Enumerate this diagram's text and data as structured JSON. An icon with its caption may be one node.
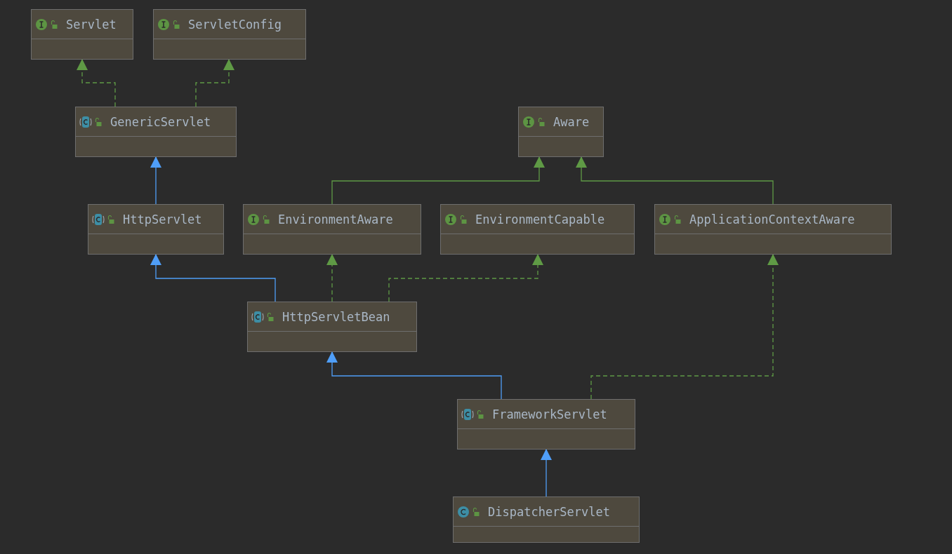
{
  "diagram": {
    "nodes": [
      {
        "text": [
          "Servlet"
        ]
      },
      {
        "text": [
          "ServletConfig"
        ]
      },
      {
        "text": [
          "GenericServlet"
        ]
      },
      {
        "text": [
          "Aware"
        ]
      },
      {
        "text": [
          "HttpServlet"
        ]
      },
      {
        "text": [
          "EnvironmentAware"
        ]
      },
      {
        "text": [
          "EnvironmentCapable"
        ]
      },
      {
        "text": [
          "ApplicationContextAware"
        ]
      },
      {
        "text": [
          "HttpServletBean"
        ]
      },
      {
        "text": [
          "FrameworkServlet"
        ]
      },
      {
        "text": [
          "DispatcherServlet"
        ]
      }
    ],
    "edges": [
      {
        "from": 2,
        "to": 0,
        "arrow": "to",
        "style": "dashed"
      },
      {
        "from": 2,
        "to": 1,
        "arrow": "to",
        "style": "dashed"
      },
      {
        "from": 4,
        "to": 2,
        "arrow": "to",
        "color": "#4f9ef8"
      },
      {
        "from": 5,
        "to": 3,
        "arrow": "to"
      },
      {
        "from": 7,
        "to": 3,
        "arrow": "to"
      },
      {
        "from": 8,
        "to": 4,
        "arrow": "to",
        "color": "#4f9ef8"
      },
      {
        "from": 8,
        "to": 5,
        "arrow": "to",
        "style": "dashed"
      },
      {
        "from": 8,
        "to": 6,
        "arrow": "to",
        "style": "dashed"
      },
      {
        "from": 9,
        "to": 8,
        "arrow": "to",
        "color": "#4f9ef8"
      },
      {
        "from": 9,
        "to": 7,
        "arrow": "to",
        "style": "dashed"
      },
      {
        "from": 10,
        "to": 9,
        "arrow": "to",
        "color": "#4f9ef8"
      }
    ]
  }
}
